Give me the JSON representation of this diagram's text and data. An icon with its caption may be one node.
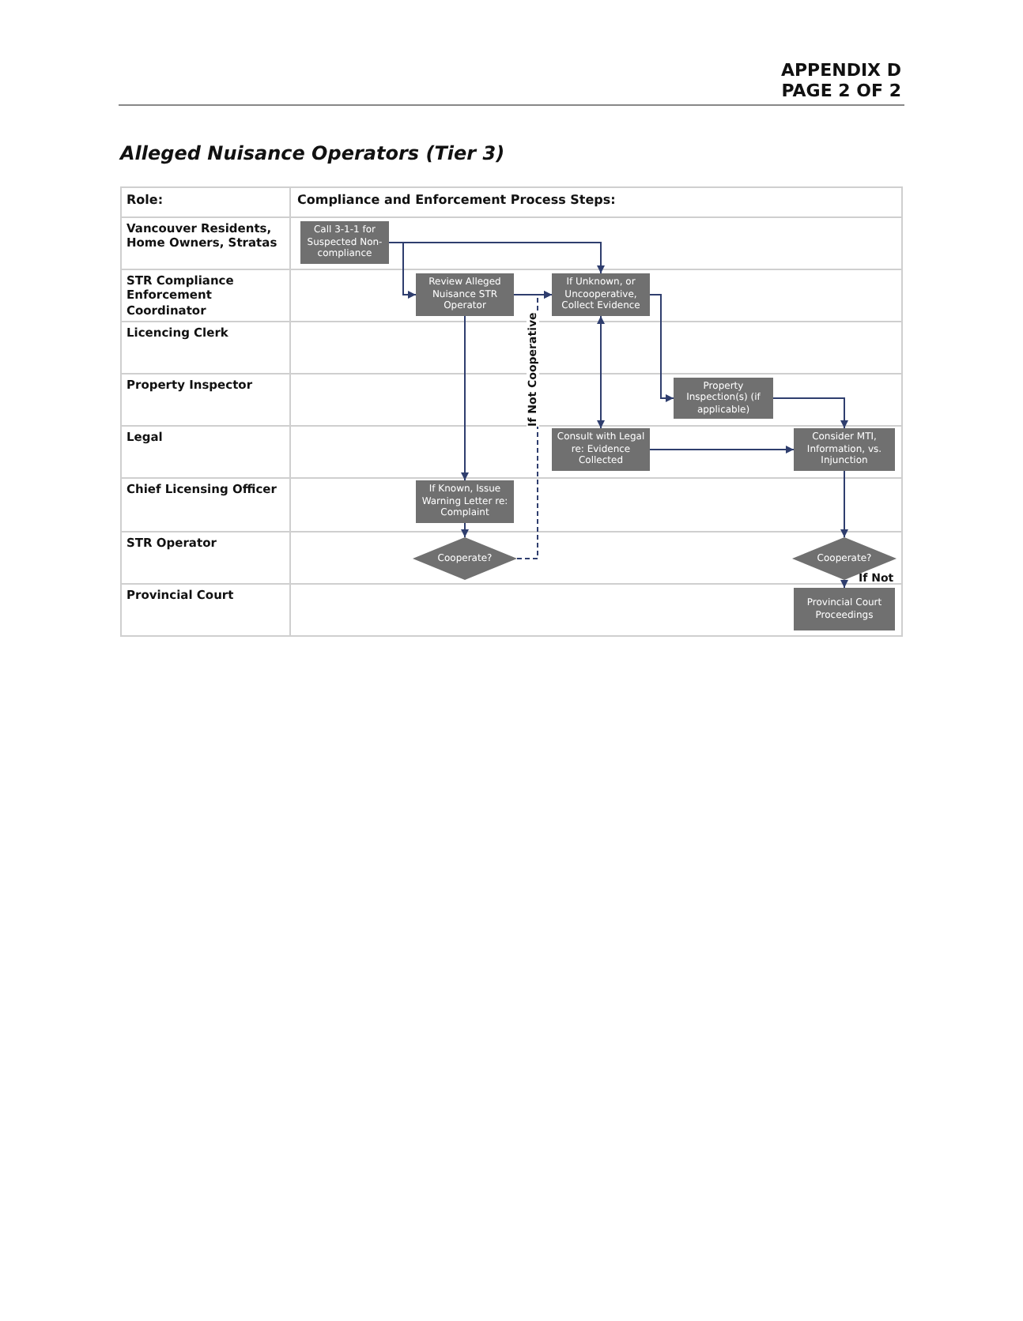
{
  "diagram": {
    "title": "Alleged Nuisance Operators (Tier 3)",
    "nodes": [
      {
        "text": [
          "Call 3-1-1 for Suspected Non-compliance"
        ]
      },
      {
        "text": [
          "Review Alleged Nuisance STR Operator"
        ]
      },
      {
        "text": [
          "If Unknown, or Uncooperative, Collect Evidence"
        ]
      },
      {
        "text": [
          "Property Inspection(s) (if applicable)"
        ]
      },
      {
        "text": [
          "Consult with Legal re: Evidence Collected"
        ]
      },
      {
        "text": [
          "Consider MTI, Information, vs. Injunction"
        ]
      },
      {
        "text": [
          "If Known, Issue Warning Letter re: Complaint"
        ]
      },
      {
        "text": [
          "Cooperate?"
        ]
      },
      {
        "text": [
          "Cooperate?"
        ]
      },
      {
        "text": [
          "Provincial Court Proceedings"
        ]
      }
    ],
    "edges": [
      {
        "from": 0,
        "to": 1,
        "arrow": "to"
      },
      {
        "from": 0,
        "to": 2,
        "arrow": "to"
      },
      {
        "from": 1,
        "to": 2,
        "arrow": "to"
      },
      {
        "from": 1,
        "to": 6,
        "arrow": "to"
      },
      {
        "from": 6,
        "to": 7,
        "arrow": "to"
      },
      {
        "from": 7,
        "to": 2,
        "arrow": "to",
        "style": "dashed",
        "label": "If Not Cooperative"
      },
      {
        "from": 2,
        "to": 3,
        "arrow": "to"
      },
      {
        "from": 2,
        "to": 4,
        "arrow": "both"
      },
      {
        "from": 3,
        "to": 5,
        "arrow": "to"
      },
      {
        "from": 4,
        "to": 5,
        "arrow": "to"
      },
      {
        "from": 5,
        "to": 8,
        "arrow": "to"
      },
      {
        "from": 8,
        "to": 9,
        "arrow": "to",
        "label": "If Not"
      }
    ],
    "labels": [
      "APPENDIX D",
      "PAGE 2 OF 2",
      "Role:",
      "Compliance and Enforcement Process Steps:",
      "Vancouver Residents, Home Owners, Stratas",
      "STR Compliance Enforcement Coordinator",
      "Licencing Clerk",
      "Property Inspector",
      "Legal",
      "Chief Licensing Officer",
      "STR Operator",
      "Provincial Court"
    ]
  }
}
